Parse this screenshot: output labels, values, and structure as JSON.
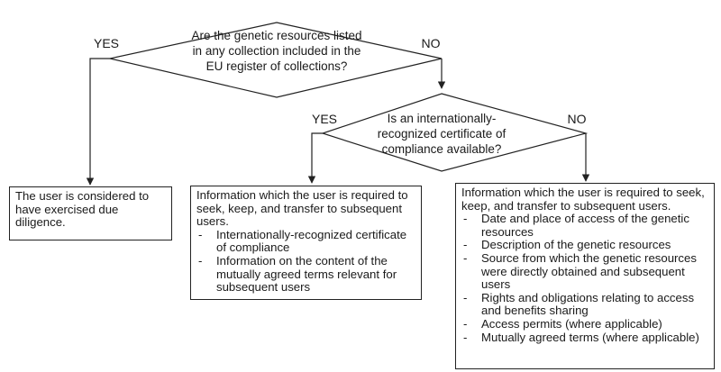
{
  "decision1": {
    "question": "Are the genetic resources listed in any collection included in the EU register of collections?",
    "yes": "YES",
    "no": "NO"
  },
  "decision2": {
    "question": "Is an internationally-recognized certificate of compliance available?",
    "yes": "YES",
    "no": "NO"
  },
  "outcome_left": {
    "text": "The user is considered to have exercised due diligence."
  },
  "outcome_middle": {
    "intro": "Information which the user is required to seek, keep, and transfer to subsequent users.",
    "items": [
      "Internationally-recognized certificate of compliance",
      "Information on the content of the mutually agreed terms relevant for subsequent users"
    ]
  },
  "outcome_right": {
    "intro": "Information which the user is required to seek, keep, and transfer to subsequent users.",
    "items": [
      "Date and place of access of the genetic resources",
      "Description of the genetic resources",
      "Source from which the genetic resources were directly obtained and subsequent users",
      "Rights and obligations relating to access and benefits sharing",
      "Access permits (where applicable)",
      "Mutually agreed terms (where applicable)"
    ]
  }
}
